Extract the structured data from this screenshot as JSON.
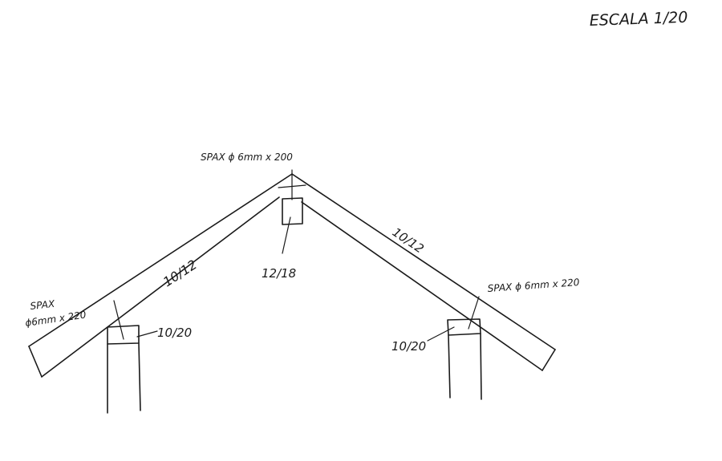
{
  "drawing": {
    "scale_label": "ESCALA  1/20",
    "ridge_screw_label": "SPAX ϕ 6mm x 200",
    "ridge_beam_label": "12/18",
    "left_rafter_label": "10/12",
    "right_rafter_label": "10/12",
    "left_screw_label_line1": "SPAX",
    "left_screw_label_line2": "ϕ6mm x 220",
    "left_plate_label": "10/20",
    "right_screw_label": "SPAX ϕ 6mm x 220",
    "right_plate_label": "10/20"
  },
  "colors": {
    "ink": "#1a1a1a",
    "paper": "#ffffff"
  }
}
